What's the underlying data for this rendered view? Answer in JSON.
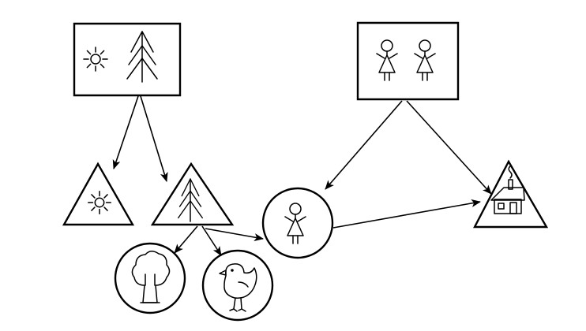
{
  "diagram": {
    "colors": {
      "ink": "#000000",
      "paper": "#ffffff"
    },
    "nodes": [
      {
        "id": "sun-fir-card",
        "shape": "rectangle",
        "icons": [
          "sun-icon",
          "fir-tree-icon"
        ]
      },
      {
        "id": "two-girls-card",
        "shape": "rectangle",
        "icons": [
          "girl-icon",
          "girl-icon"
        ]
      },
      {
        "id": "sun-triangle",
        "shape": "triangle",
        "icons": [
          "sun-icon"
        ]
      },
      {
        "id": "fir-triangle",
        "shape": "triangle",
        "icons": [
          "fir-tree-icon"
        ]
      },
      {
        "id": "girl-circle",
        "shape": "circle",
        "icons": [
          "girl-icon"
        ]
      },
      {
        "id": "house-triangle",
        "shape": "triangle",
        "icons": [
          "house-icon"
        ]
      },
      {
        "id": "tree-circle",
        "shape": "circle",
        "icons": [
          "deciduous-tree-icon"
        ]
      },
      {
        "id": "bird-circle",
        "shape": "circle",
        "icons": [
          "bird-icon"
        ]
      }
    ],
    "edges": [
      {
        "from": "sun-fir-card",
        "to": "sun-triangle"
      },
      {
        "from": "sun-fir-card",
        "to": "fir-triangle"
      },
      {
        "from": "fir-triangle",
        "to": "tree-circle"
      },
      {
        "from": "fir-triangle",
        "to": "bird-circle"
      },
      {
        "from": "fir-triangle",
        "to": "girl-circle"
      },
      {
        "from": "two-girls-card",
        "to": "girl-circle"
      },
      {
        "from": "two-girls-card",
        "to": "house-triangle"
      },
      {
        "from": "girl-circle",
        "to": "house-triangle"
      }
    ]
  }
}
